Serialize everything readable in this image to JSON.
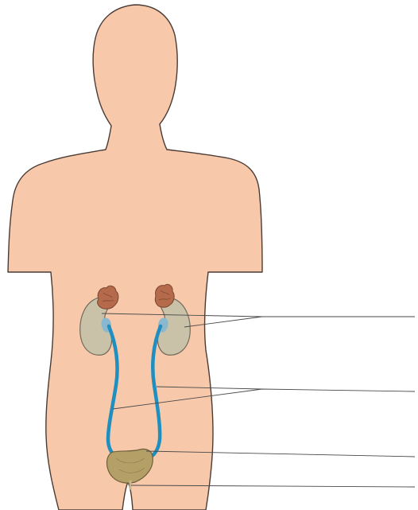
{
  "diagram": {
    "kind": "unlabeled anatomical worksheet",
    "colors": {
      "background": "#ffffff",
      "skin": "#f8c8ab",
      "skin_outline": "#4a3b35",
      "kidney": "#c9c2a9",
      "kidney_outline": "#6f6a5c",
      "kidney_pelvis": "#8bb8cf",
      "ureter": "#1f8fbf",
      "adrenal": "#b46a4b",
      "bladder": "#b4a067",
      "urethra": "#c9b58c",
      "leader_line": "#4a4a4a"
    },
    "structures": [
      {
        "name": "body-silhouette"
      },
      {
        "name": "left-adrenal-gland"
      },
      {
        "name": "right-adrenal-gland"
      },
      {
        "name": "left-kidney"
      },
      {
        "name": "right-kidney"
      },
      {
        "name": "left-ureter"
      },
      {
        "name": "right-ureter"
      },
      {
        "name": "urinary-bladder"
      },
      {
        "name": "urethra"
      }
    ],
    "label_blanks": [
      {
        "name": "kidneys-label-blank",
        "target": "kidneys",
        "text": ""
      },
      {
        "name": "ureters-label-blank",
        "target": "ureters",
        "text": ""
      },
      {
        "name": "bladder-label-blank",
        "target": "urinary bladder",
        "text": ""
      },
      {
        "name": "urethra-label-blank",
        "target": "urethra",
        "text": ""
      }
    ]
  }
}
